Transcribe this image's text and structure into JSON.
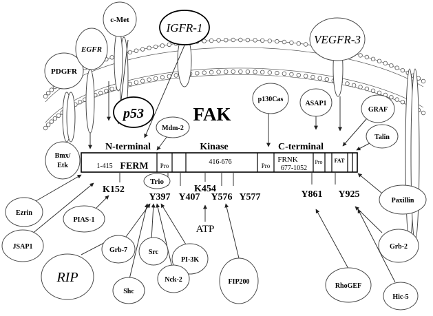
{
  "title": "FAK",
  "domains": {
    "n_terminal": "N-terminal",
    "kinase": "Kinase",
    "c_terminal": "C-terminal"
  },
  "segments": {
    "ferm_range": "1-415",
    "ferm_label": "FERM",
    "pro1": "Pro",
    "kinase_range": "416-676",
    "pro2": "Pro",
    "frnk_label": "FRNK",
    "frnk_range": "677-1052",
    "pro3": "Pro",
    "fat": "FAT"
  },
  "sites": {
    "k152": "K152",
    "y397": "Y397",
    "y407": "Y407",
    "k454": "K454",
    "y576": "Y576",
    "y577": "Y577",
    "y861": "Y861",
    "y925": "Y925",
    "atp": "ATP"
  },
  "receptors": {
    "pdgfr": "PDGFR",
    "egfr": "EGFR",
    "cmet": "c-Met",
    "igfr1": "IGFR-1",
    "vegfr3": "VEGFR-3"
  },
  "partners": {
    "p53": "p53",
    "mdm2": "Mdm-2",
    "p130cas": "p130Cas",
    "asap1": "ASAP1",
    "graf": "GRAF",
    "talin": "Talin",
    "bmx": "Bmx/",
    "etk": "Etk",
    "trio": "Trio",
    "paxillin": "Paxillin",
    "ezrin": "Ezrin",
    "pias1": "PIAS-1",
    "jsap1": "JSAP1",
    "rip": "RIP",
    "grb7": "Grb-7",
    "shc": "Shc",
    "src": "Src",
    "nck2": "Nck-2",
    "pi3k": "PI-3K",
    "fip200": "FIP200",
    "rhogef": "RhoGEF",
    "hic5": "Hic-5",
    "grb2": "Grb-2"
  }
}
